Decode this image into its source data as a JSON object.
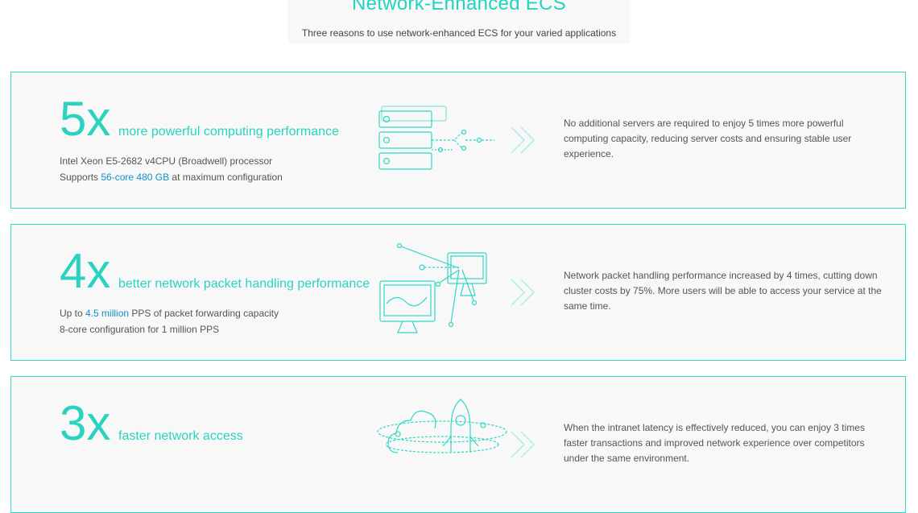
{
  "header": {
    "title": "Network-Enhanced ECS",
    "subtitle": "Three reasons to use network-enhanced ECS for your varied applications"
  },
  "cards": [
    {
      "big": "5x",
      "headline": "more powerful computing performance",
      "line1": "Intel Xeon E5-2682 v4CPU (Broadwell) processor",
      "line2_pre": "Supports ",
      "line2_hl": "56-core 480 GB",
      "line2_post": " at maximum configuration",
      "description": "No additional servers are required to enjoy 5 times more powerful computing capacity, reducing server costs and ensuring stable user experience.",
      "icon": "server-stack-icon"
    },
    {
      "big": "4x",
      "headline": "better network packet handling performance",
      "line1_pre": "Up to ",
      "line1_hl": "4.5 million",
      "line1_post": " PPS of packet forwarding capacity",
      "line2": "8-core configuration for 1 million PPS",
      "description": "Network packet handling performance increased by 4 times, cutting down cluster costs by 75%. More users will be able to access your service at the same time.",
      "icon": "monitors-network-icon"
    },
    {
      "big": "3x",
      "headline": "faster network access",
      "description": "When the intranet latency is effectively reduced, you can enjoy 3 times faster transactions and improved network experience over competitors under the same environment.",
      "icon": "cloud-rocket-icon"
    }
  ],
  "colors": {
    "accent": "#2ad3c0",
    "highlight": "#1390c8",
    "border": "#2fd8c5"
  }
}
